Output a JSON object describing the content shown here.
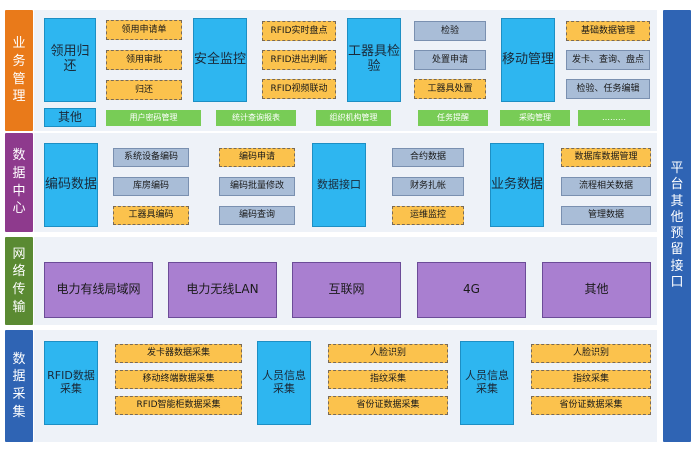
{
  "layers": {
    "business": "业务管理",
    "data_center": "数据中心",
    "network": "网络传输",
    "collection": "数据采集"
  },
  "right_bar": "平台其他预留接口",
  "business": {
    "receive_return": "领用归还",
    "receive_items": [
      "领用申请单",
      "领用审批",
      "归还"
    ],
    "security": "安全监控",
    "security_items": [
      "RFID实时盘点",
      "RFID进出判断",
      "RFID视频联动"
    ],
    "tool_check": "工器具检验",
    "tool_items": [
      "检验",
      "处置申请",
      "工器具处置"
    ],
    "mobile": "移动管理",
    "mobile_items": [
      "基础数据管理",
      "发卡、查询、盘点",
      "检验、任务编辑"
    ],
    "other": "其他",
    "other_items": [
      "用户密码管理",
      "统计查询报表",
      "组织机构管理",
      "任务提醒",
      "采购管理",
      "………"
    ]
  },
  "data_center": {
    "encoding": "编码数据",
    "encoding_items_left": [
      "系统设备编码",
      "库房编码",
      "工器具编码"
    ],
    "encoding_items_right": [
      "编码申请",
      "编码批量修改",
      "编码查询"
    ],
    "interface": "数据接口",
    "interface_items": [
      "合约数据",
      "财务扎帐",
      "运维监控"
    ],
    "business": "业务数据",
    "business_items": [
      "数据库数据管理",
      "流程相关数据",
      "管理数据"
    ]
  },
  "network": [
    "电力有线局域网",
    "电力无线LAN",
    "互联网",
    "4G",
    "其他"
  ],
  "collection": {
    "rfid": "RFID数据采集",
    "rfid_items": [
      "发卡器数据采集",
      "移动终端数据采集",
      "RFID智能柜数据采集"
    ],
    "person1": "人员信息采集",
    "person1_items": [
      "人脸识别",
      "指纹采集",
      "省份证数据采集"
    ],
    "person2": "人员信息采集",
    "person2_items": [
      "人脸识别",
      "指纹采集",
      "省份证数据采集"
    ]
  },
  "colors": {
    "business_layer": "#e97a1a",
    "data_layer": "#8e3a8d",
    "network_layer": "#5a8a32",
    "collection_layer": "#2f64b4",
    "right_bar": "#2f64b4",
    "blue_box": "#2eb6f0",
    "orange_box": "#fbc24d",
    "green_box": "#78cc56",
    "gray_box": "#a9bdd7",
    "purple_box": "#a97fd0"
  }
}
